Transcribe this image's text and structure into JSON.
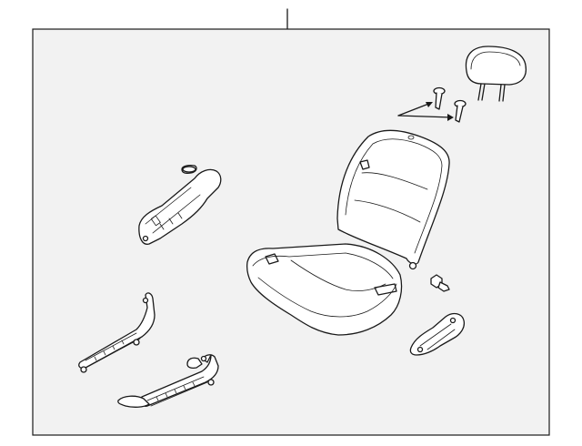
{
  "diagram": {
    "colors": {
      "background": "#ffffff",
      "panel": "#f2f2f2",
      "line": "#1a1a1a"
    },
    "parts": [
      {
        "id": "headrest",
        "icon": "headrest-icon"
      },
      {
        "id": "headrest-guides",
        "icon": "guide-pin-icon"
      },
      {
        "id": "seat-back",
        "icon": "seat-back-icon"
      },
      {
        "id": "seat-cushion",
        "icon": "seat-cushion-icon"
      },
      {
        "id": "side-shield-outer",
        "icon": "side-shield-icon"
      },
      {
        "id": "side-shield-inner",
        "icon": "side-shield-icon"
      },
      {
        "id": "seat-track-left",
        "icon": "seat-track-icon"
      },
      {
        "id": "seat-track-right",
        "icon": "seat-track-icon"
      },
      {
        "id": "bolt",
        "icon": "bolt-icon"
      },
      {
        "id": "knob",
        "icon": "knob-icon"
      }
    ]
  }
}
